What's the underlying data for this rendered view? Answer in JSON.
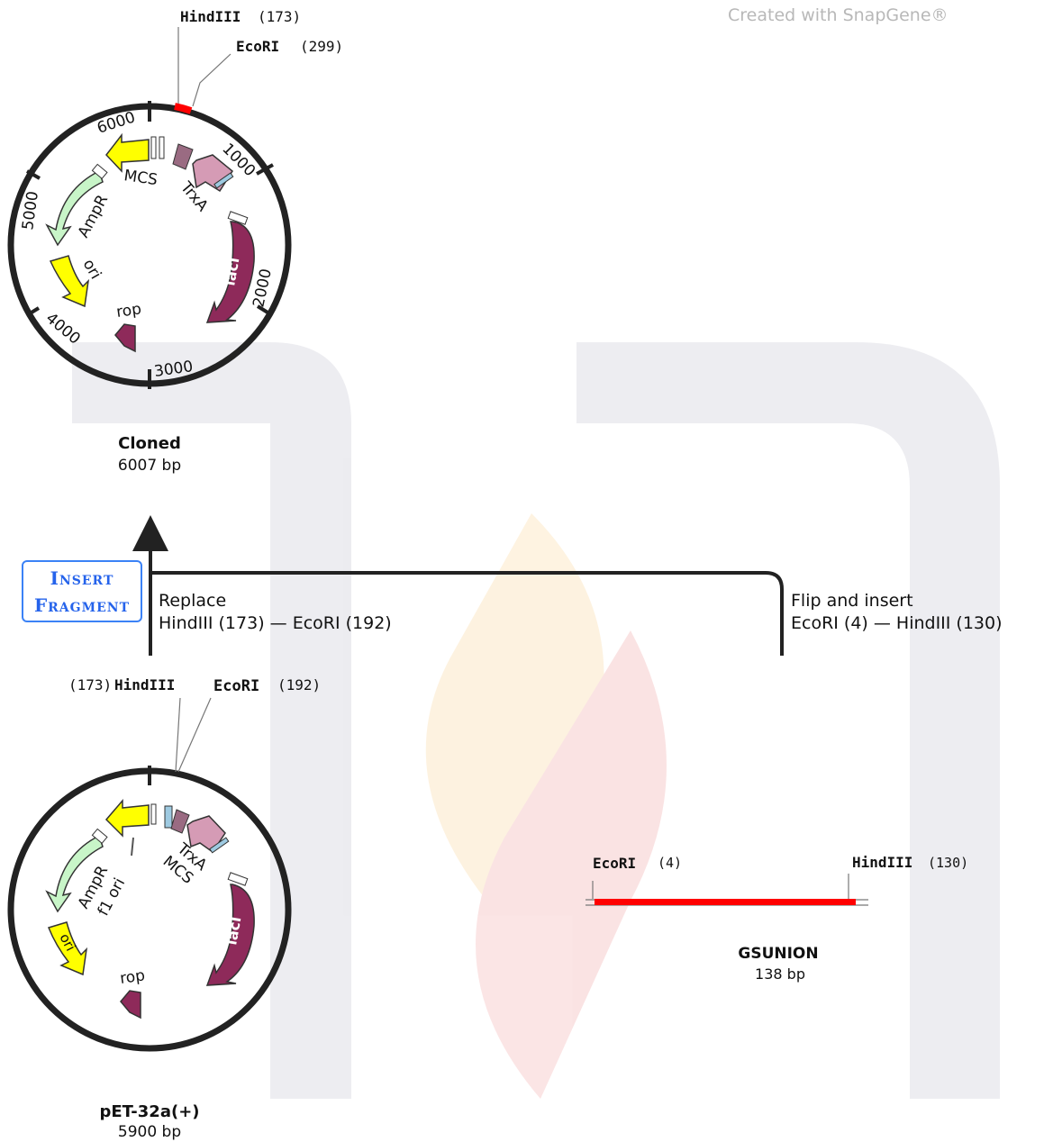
{
  "watermark": {
    "text": "Created with SnapGene®"
  },
  "badge": {
    "line1": "Insert",
    "line2": "Fragment"
  },
  "cloned": {
    "name": "Cloned",
    "size": "6007 bp",
    "sites": [
      {
        "enzyme": "HindIII",
        "pos": "(173)"
      },
      {
        "enzyme": "EcoRI",
        "pos": "(299)"
      }
    ],
    "ticks": [
      "1000",
      "2000",
      "3000",
      "4000",
      "5000",
      "6000"
    ],
    "features": [
      "MCS",
      "TrxA",
      "AmpR",
      "ori",
      "rop",
      "lacI"
    ]
  },
  "vector": {
    "name": "pET-32a(+)",
    "size": "5900 bp",
    "sites": [
      {
        "enzyme": "HindIII",
        "pos": "(173)"
      },
      {
        "enzyme": "EcoRI",
        "pos": "(192)"
      }
    ],
    "features": [
      "TrxA",
      "MCS",
      "AmpR",
      "f1 ori",
      "ori",
      "rop",
      "lacI"
    ]
  },
  "insert": {
    "name": "GSUNION",
    "size": "138 bp",
    "sites": [
      {
        "enzyme": "EcoRI",
        "pos": "(4)"
      },
      {
        "enzyme": "HindIII",
        "pos": "(130)"
      }
    ]
  },
  "operations": {
    "replace_title": "Replace",
    "replace_detail": "HindIII (173)  —  EcoRI (192)",
    "flip_title": "Flip and insert",
    "flip_detail": "EcoRI (4)  —  HindIII (130)"
  },
  "colors": {
    "insert_red": "#ff0000",
    "yellow": "#ffff00",
    "lacI": "#8e2a5a",
    "trxA": "#d59bb5",
    "ampR": "#c8f5c8",
    "accent_blue": "#2563eb"
  }
}
